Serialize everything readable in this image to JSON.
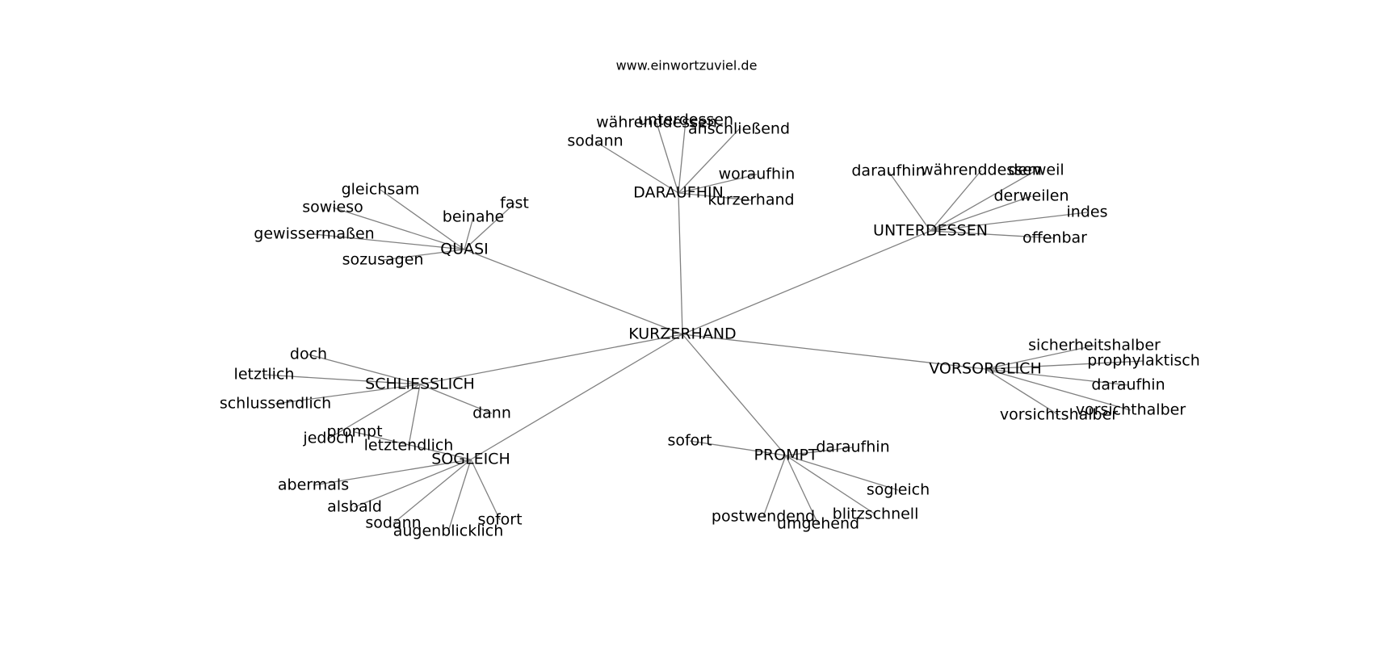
{
  "title": "www.einwortzuviel.de",
  "center": "KURZERHAND",
  "groups": [
    {
      "hub": "DARAUFHIN",
      "words": [
        "sodann",
        "währenddessen",
        "unterdessen",
        "anschließend",
        "woraufhin",
        "kurzerhand"
      ]
    },
    {
      "hub": "QUASI",
      "words": [
        "gleichsam",
        "sowieso",
        "gewissermaßen",
        "sozusagen",
        "beinahe",
        "fast"
      ]
    },
    {
      "hub": "UNTERDESSEN",
      "words": [
        "daraufhin",
        "währenddessen",
        "derweil",
        "derweilen",
        "indes",
        "offenbar"
      ]
    },
    {
      "hub": "SCHLIESSLICH",
      "words": [
        "doch",
        "letztlich",
        "schlussendlich",
        "jedoch",
        "letztendlich",
        "dann"
      ]
    },
    {
      "hub": "VORSORGLICH",
      "words": [
        "sicherheitshalber",
        "prophylaktisch",
        "daraufhin",
        "vorsichtshalber",
        "vorsichthalber"
      ]
    },
    {
      "hub": "SOGLEICH",
      "words": [
        "prompt",
        "abermals",
        "alsbald",
        "sodann",
        "augenblicklich",
        "sofort"
      ]
    },
    {
      "hub": "PROMPT",
      "words": [
        "sofort",
        "daraufhin",
        "sogleich",
        "blitzschnell",
        "umgehend",
        "postwendend"
      ]
    }
  ]
}
